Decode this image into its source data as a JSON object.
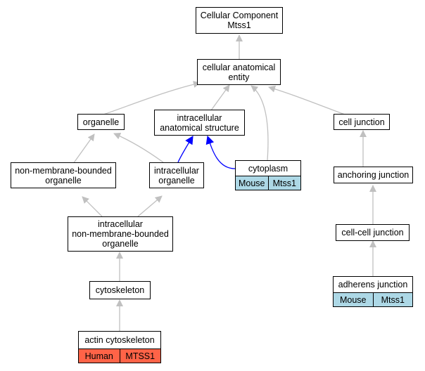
{
  "nodes": {
    "root": "Cellular Component\nMtss1",
    "cae": "cellular anatomical\nentity",
    "organelle": "organelle",
    "ias": "intracellular\nanatomical structure",
    "cell_junction": "cell junction",
    "nmbo": "non-membrane-bounded\norganelle",
    "io": "intracellular\norganelle",
    "anchoring_junction": "anchoring junction",
    "inmbo": "intracellular\nnon-membrane-bounded\norganelle",
    "ccj": "cell-cell junction",
    "cytoskeleton": "cytoskeleton"
  },
  "annotated": {
    "cytoplasm": {
      "label": "cytoplasm",
      "species": "Mouse",
      "gene": "Mtss1"
    },
    "adherens": {
      "label": "adherens junction",
      "species": "Mouse",
      "gene": "Mtss1"
    },
    "actin": {
      "label": "actin cytoskeleton",
      "species": "Human",
      "gene": "MTSS1"
    }
  },
  "colors": {
    "edge_default": "#c0c0c0",
    "edge_highlight": "#0000ff",
    "mouse_fill": "#add8e6",
    "human_fill": "#ff6347"
  }
}
